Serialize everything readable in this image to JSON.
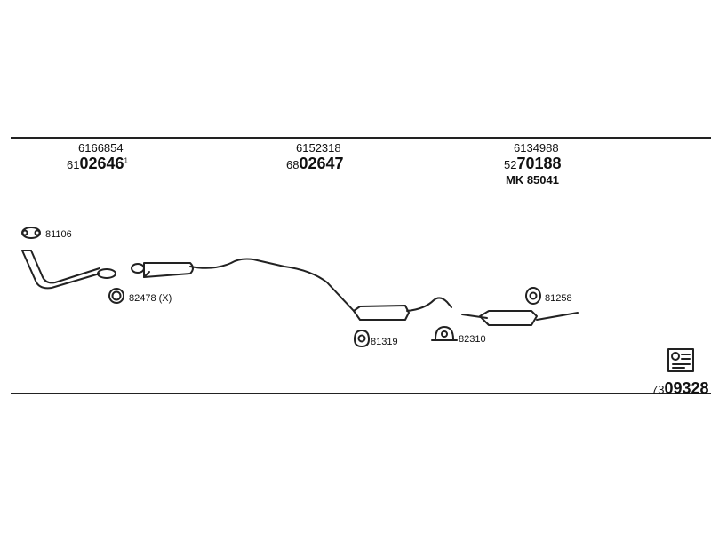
{
  "groups": [
    {
      "top": "6166854",
      "main_prefix": "61",
      "main_bold": "02646",
      "main_sup": "1"
    },
    {
      "top": "6152318",
      "main_prefix": "68",
      "main_bold": "02647"
    },
    {
      "top": "6134988",
      "main_prefix": "52",
      "main_bold": "70188",
      "extra": "MK  85041"
    }
  ],
  "parts": {
    "p81106": "81106",
    "p82478": "82478 (X)",
    "p81319": "81319",
    "p82310": "82310",
    "p81258": "81258"
  },
  "footer": {
    "prefix": "73",
    "bold": "09328"
  }
}
